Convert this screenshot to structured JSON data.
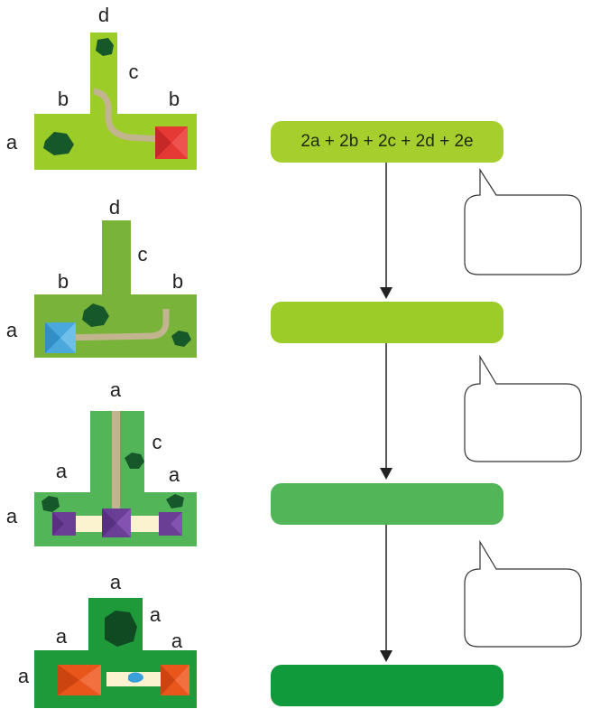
{
  "plots": [
    {
      "labels": {
        "top": "d",
        "side_right": "c",
        "left_b": "b",
        "right_b": "b",
        "width": "a"
      },
      "ground_color": "#9ccc28",
      "house_color": "#e53935"
    },
    {
      "labels": {
        "top": "d",
        "side_right": "c",
        "left_b": "b",
        "right_b": "b",
        "width": "a"
      },
      "ground_color": "#79b33a",
      "house_color": "#4aa8dd"
    },
    {
      "labels": {
        "top": "a",
        "side_right": "c",
        "left_b": "a",
        "right_b": "a",
        "width": "a"
      },
      "ground_color": "#52b658",
      "house_color": "#6a3e95"
    },
    {
      "labels": {
        "top": "a",
        "side_right": "a",
        "left_b": "a",
        "right_b": "a",
        "width": "a"
      },
      "ground_color": "#1f9a3a",
      "house_color": "#e8561c"
    }
  ],
  "flow": {
    "boxes": [
      {
        "text": "2a + 2b + 2c + 2d + 2e",
        "color": "#a6cf2e"
      },
      {
        "text": "",
        "color": "#9ccc28"
      },
      {
        "text": "",
        "color": "#52b658"
      },
      {
        "text": "",
        "color": "#119a3b"
      }
    ],
    "bubbles": [
      "",
      "",
      ""
    ]
  },
  "colors": {
    "tree": "#17582a",
    "path": "#c2b48e",
    "arrow": "#222222"
  }
}
